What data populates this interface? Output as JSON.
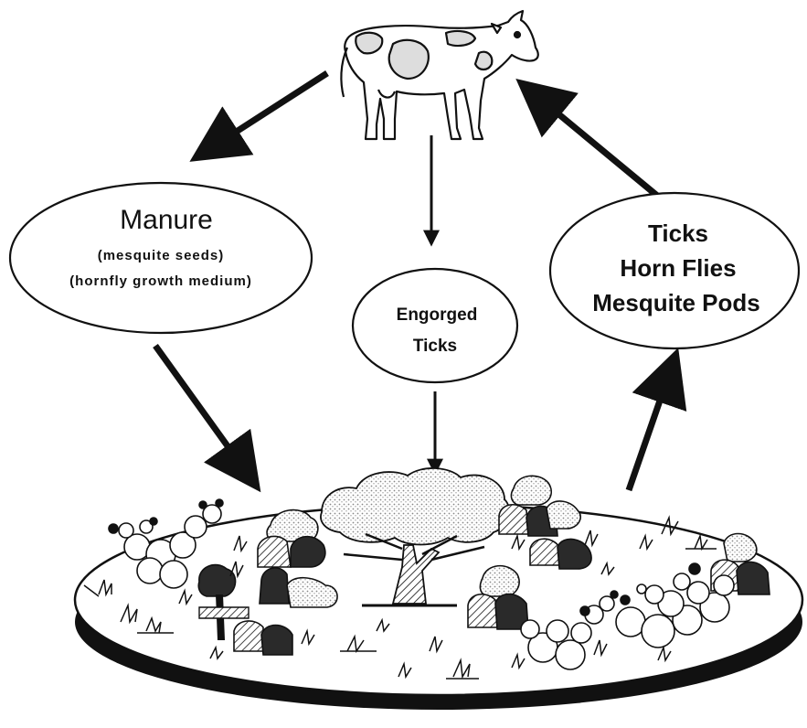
{
  "manure": {
    "title": "Manure",
    "line1": "(mesquite seeds)",
    "line2": "(hornfly growth medium)"
  },
  "engorged": {
    "line1": "Engorged",
    "line2": "Ticks"
  },
  "inputs": {
    "line1": "Ticks",
    "line2": "Horn Flies",
    "line3": "Mesquite Pods"
  },
  "icons": {
    "cow": "cow-icon",
    "pasture": "pasture-ecosystem-icon",
    "tree": "mesquite-tree-icon",
    "cactus": "prickly-pear-cactus-icon",
    "shrub": "shrub-icon",
    "grass": "grass-tuft-icon"
  },
  "colors": {
    "ink": "#111111",
    "paper": "#ffffff",
    "stipple": "#bdbdbd",
    "dark_foliage": "#2a2a2a"
  }
}
